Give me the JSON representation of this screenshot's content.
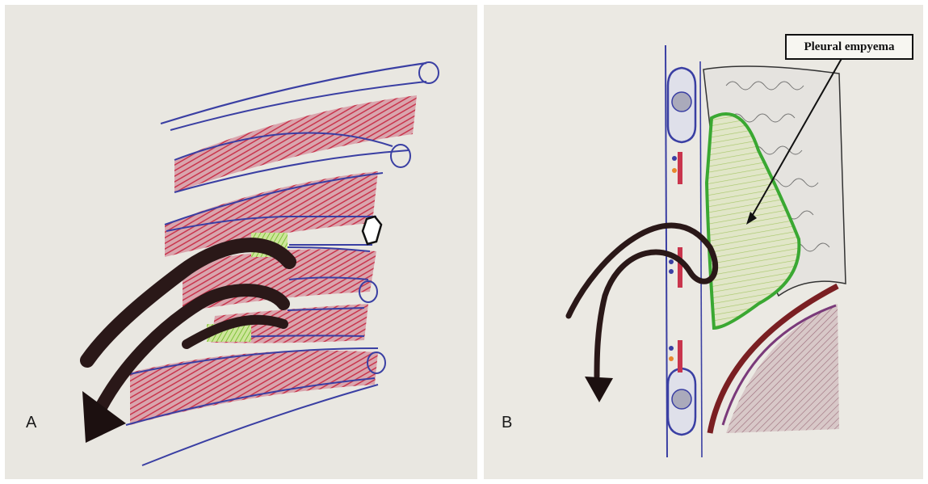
{
  "figure": {
    "panel_a": {
      "label": "A"
    },
    "panel_b": {
      "label": "B",
      "callout": "Pleural empyema"
    }
  },
  "colors": {
    "muscle_red": "#c9354d",
    "rib_blue": "#3a3fa3",
    "empyema_green": "#3aa832",
    "arrow_dark": "#2a1818",
    "lung_purple": "#7a3a7a",
    "diaphragm_maroon": "#7a1f22"
  }
}
